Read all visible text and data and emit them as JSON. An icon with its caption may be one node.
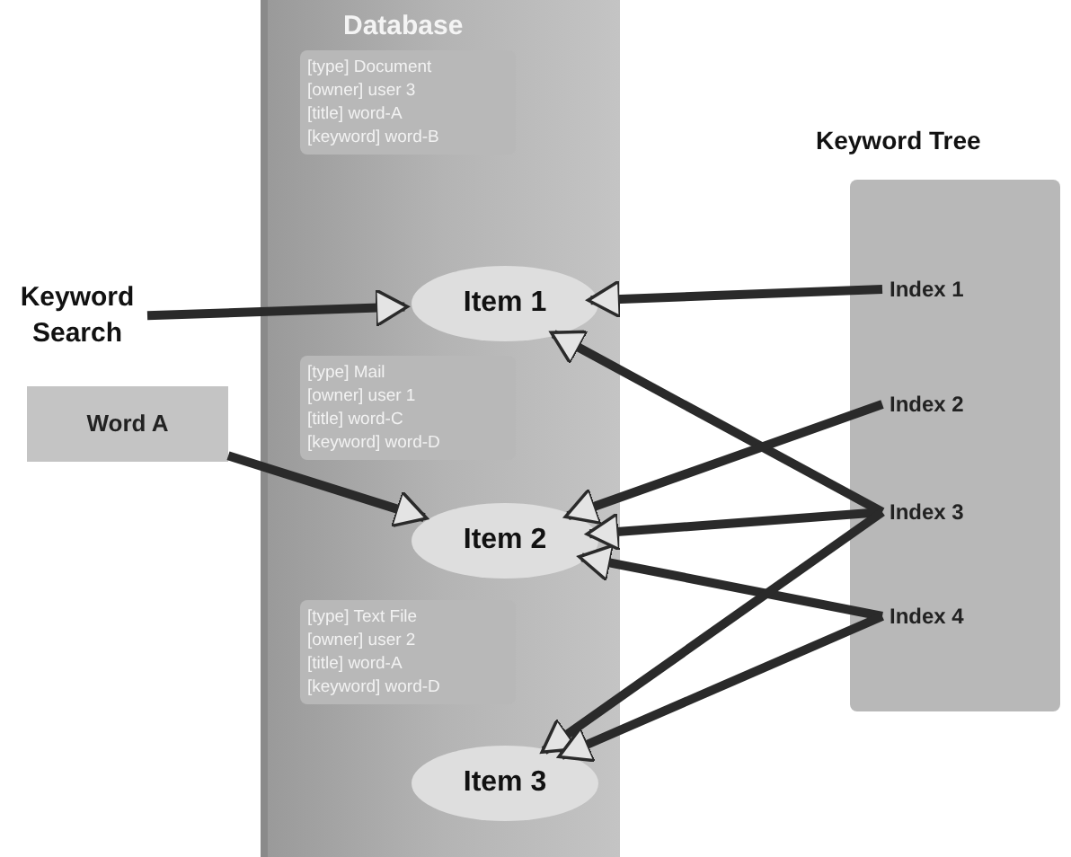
{
  "diagram": {
    "nodes": [
      {
        "text": [
          "Database"
        ]
      },
      {
        "text": [
          "[type] Document",
          "[owner] user 3",
          "[title] word-A",
          "[keyword] word-B"
        ],
        "in": 0
      },
      {
        "text": [
          "Item 1"
        ],
        "in": 0
      },
      {
        "text": [
          "[type] Mail",
          "[owner] user 1",
          "[title] word-C",
          "[keyword] word-D"
        ],
        "in": 0
      },
      {
        "text": [
          "Item 2"
        ],
        "in": 0
      },
      {
        "text": [
          "[type] Text File",
          "[owner] user 2",
          "[title] word-A",
          "[keyword] word-D"
        ],
        "in": 0
      },
      {
        "text": [
          "Item 3"
        ],
        "in": 0
      },
      {
        "text": [
          "Keyword Tree"
        ]
      },
      {
        "text": [
          "Index 1"
        ],
        "in": 7
      },
      {
        "text": [
          "Index 2"
        ],
        "in": 7
      },
      {
        "text": [
          "Index 3"
        ],
        "in": 7
      },
      {
        "text": [
          "Index 4"
        ],
        "in": 7
      },
      {
        "text": [
          "Keyword Search"
        ]
      },
      {
        "text": [
          "Word A"
        ]
      }
    ],
    "edges": [
      {
        "from": 12,
        "to": 2,
        "arrow": "to"
      },
      {
        "from": 13,
        "to": 4,
        "arrow": "to"
      },
      {
        "from": 8,
        "to": 2,
        "arrow": "to"
      },
      {
        "from": 10,
        "to": 2,
        "arrow": "to"
      },
      {
        "from": 9,
        "to": 4,
        "arrow": "to"
      },
      {
        "from": 10,
        "to": 4,
        "arrow": "to"
      },
      {
        "from": 11,
        "to": 4,
        "arrow": "to"
      },
      {
        "from": 10,
        "to": 6,
        "arrow": "to"
      },
      {
        "from": 11,
        "to": 6,
        "arrow": "to"
      }
    ]
  }
}
